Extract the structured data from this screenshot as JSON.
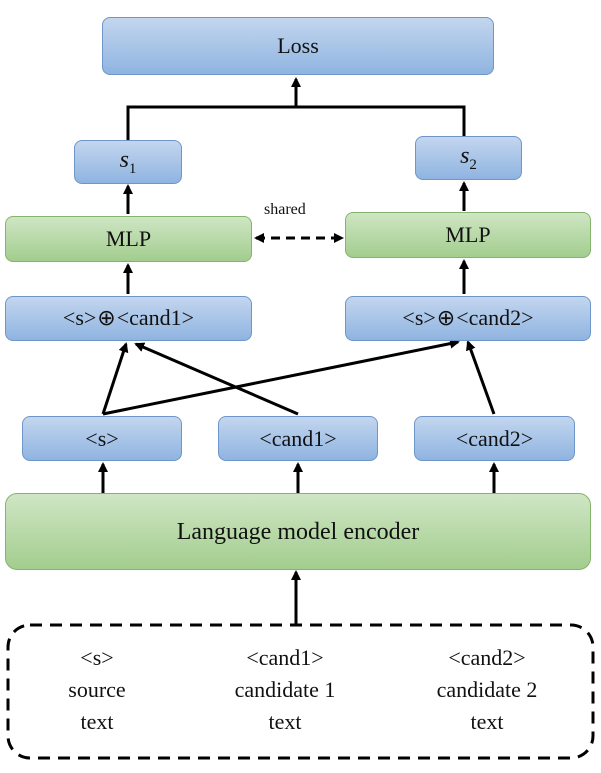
{
  "nodes": {
    "loss": "Loss",
    "s1_symbol": "s",
    "s1_sub": "1",
    "s2_symbol": "s",
    "s2_sub": "2",
    "mlp_left": "MLP",
    "mlp_right": "MLP",
    "shared": "shared",
    "concat_left_a": "<s>",
    "concat_left_b": "<cand1>",
    "concat_right_a": "<s>",
    "concat_right_b": "<cand2>",
    "oplus": "⊕",
    "tok_s": "<s>",
    "tok_cand1": "<cand1>",
    "tok_cand2": "<cand2>",
    "encoder": "Language model encoder"
  },
  "inputs": [
    {
      "tag": "<s>",
      "line1": "source",
      "line2": "text"
    },
    {
      "tag": "<cand1>",
      "line1": "candidate 1",
      "line2": "text"
    },
    {
      "tag": "<cand2>",
      "line1": "candidate 2",
      "line2": "text"
    }
  ],
  "colors": {
    "blue_box": "#8fb4e1",
    "green_box": "#a3cd8e",
    "arrow": "#000000"
  }
}
